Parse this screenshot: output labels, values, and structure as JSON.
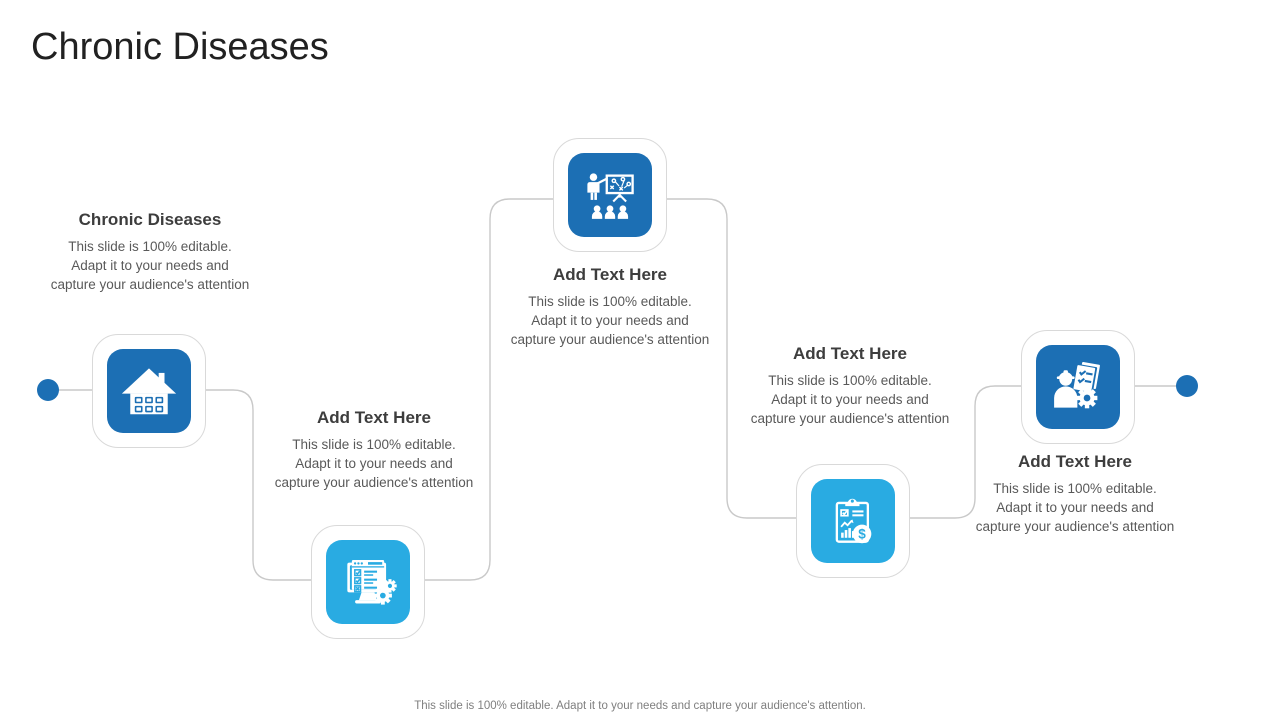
{
  "slide": {
    "title": "Chronic Diseases",
    "footer": "This slide is 100% editable. Adapt it to your needs and capture your audience's attention."
  },
  "nodes": [
    {
      "heading": "Chronic Diseases",
      "body": "This slide is 100% editable. Adapt it to your needs and capture your audience's attention",
      "icon": "hospital-building-icon",
      "icon_bg": "#1C6FB4"
    },
    {
      "heading": "Add Text Here",
      "body": "This slide is 100% editable. Adapt it to your needs and capture your audience's attention",
      "icon": "monitor-checklist-gears-icon",
      "icon_bg": "#29ABE2"
    },
    {
      "heading": "Add Text Here",
      "body": "This slide is 100% editable. Adapt it to your needs and capture your audience's attention",
      "icon": "presentation-training-icon",
      "icon_bg": "#1C6FB4"
    },
    {
      "heading": "Add Text Here",
      "body": "This slide is 100% editable. Adapt it to your needs and capture your audience's attention",
      "icon": "financial-clipboard-dollar-icon",
      "icon_bg": "#29ABE2"
    },
    {
      "heading": "Add Text Here",
      "body": "This slide is 100% editable. Adapt it to your needs and capture your audience's attention",
      "icon": "engineer-checklist-gear-icon",
      "icon_bg": "#1C6FB4"
    }
  ],
  "colors": {
    "accent_dark_blue": "#1C6FB4",
    "accent_light_blue": "#29ABE2",
    "connector_gray": "#C9C9C9",
    "card_border": "#D9D9D9",
    "title_text": "#212121",
    "heading_text": "#3D3D3D",
    "body_text": "#595959",
    "footer_text": "#7F7F7F"
  }
}
